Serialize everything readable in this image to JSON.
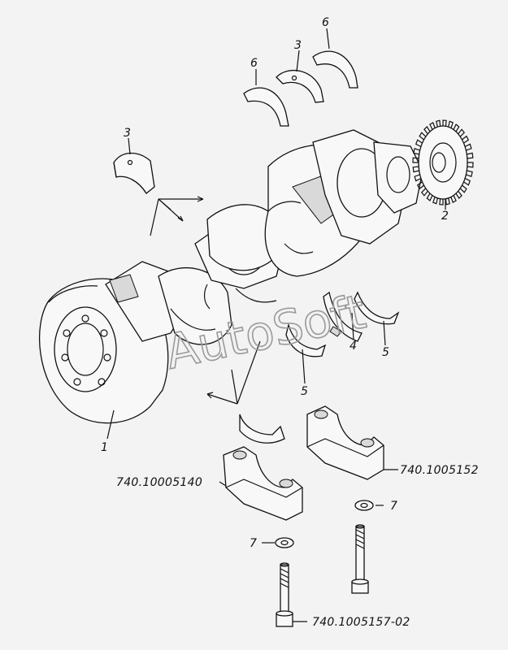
{
  "watermark": "AutoSoft",
  "callouts": {
    "c1": "1",
    "c2": "2",
    "c3a": "3",
    "c3b": "3",
    "c4": "4",
    "c5a": "5",
    "c5b": "5",
    "c6a": "6",
    "c6b": "6",
    "c7a": "7",
    "c7b": "7"
  },
  "part_codes": {
    "cap_left": "740.10005140",
    "cap_right": "740.1005152",
    "bolt": "740.1005157-02"
  }
}
